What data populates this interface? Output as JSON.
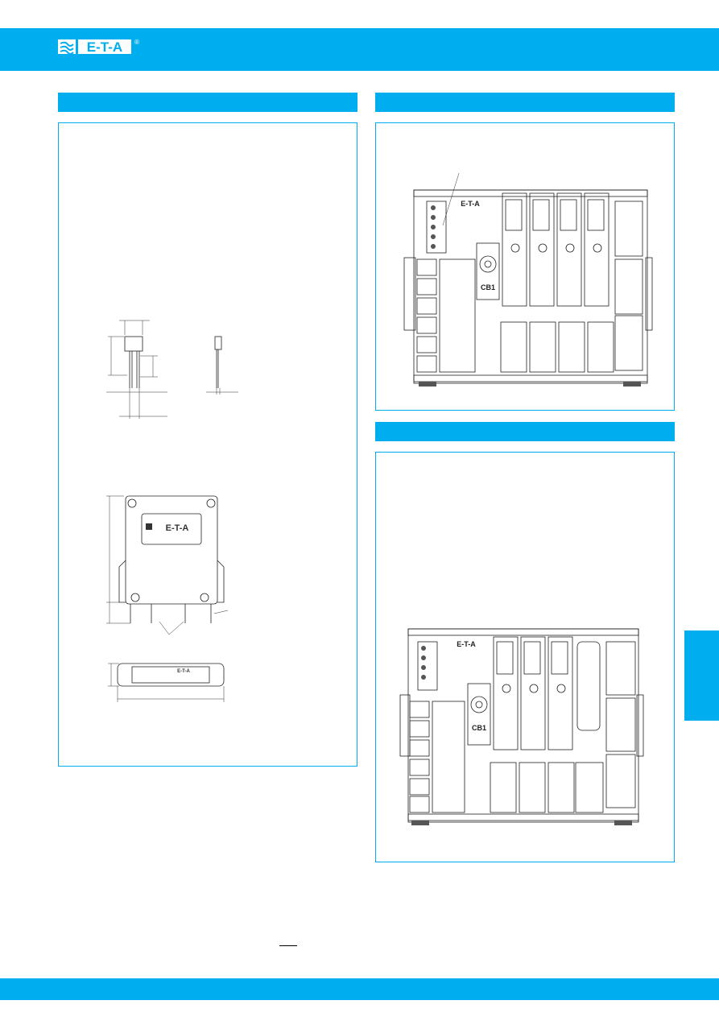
{
  "brand": {
    "logo_text": "E-T-A",
    "registered_mark": "®",
    "accent_color": "#00aeef"
  },
  "figures": {
    "module_logo_text": "E-T-A",
    "cb_label_top": "CB1",
    "cb_label_bottom": "CB1"
  }
}
